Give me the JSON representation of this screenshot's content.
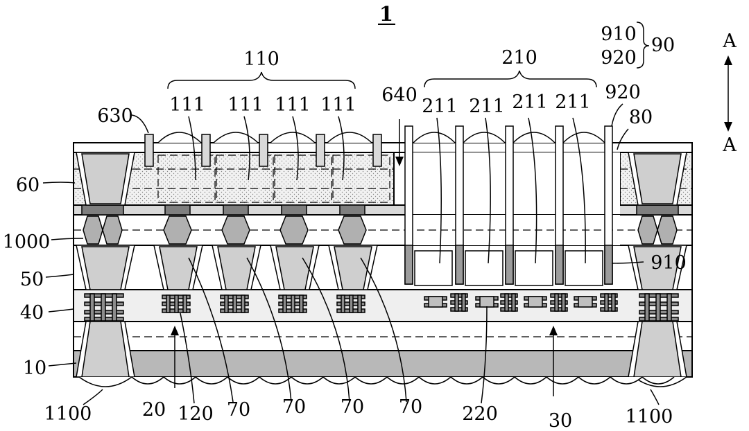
{
  "figure": {
    "number": "1",
    "labels": {
      "l110": "110",
      "l210": "210",
      "l90": "90",
      "l910_top": "910",
      "l920_top": "920",
      "l920": "920",
      "lA_top": "A",
      "lA_bot": "A",
      "l630": "630",
      "l640": "640",
      "l80": "80",
      "l111": [
        "111",
        "111",
        "111",
        "111"
      ],
      "l211": [
        "211",
        "211",
        "211",
        "211"
      ],
      "l60": "60",
      "l1000": "1000",
      "l50": "50",
      "l40": "40",
      "l10": "10",
      "l910": "910",
      "l1100_left": "1100",
      "l1100_right": "1100",
      "l20": "20",
      "l120": "120",
      "l70": [
        "70",
        "70",
        "70",
        "70"
      ],
      "l220": "220",
      "l30": "30"
    }
  }
}
